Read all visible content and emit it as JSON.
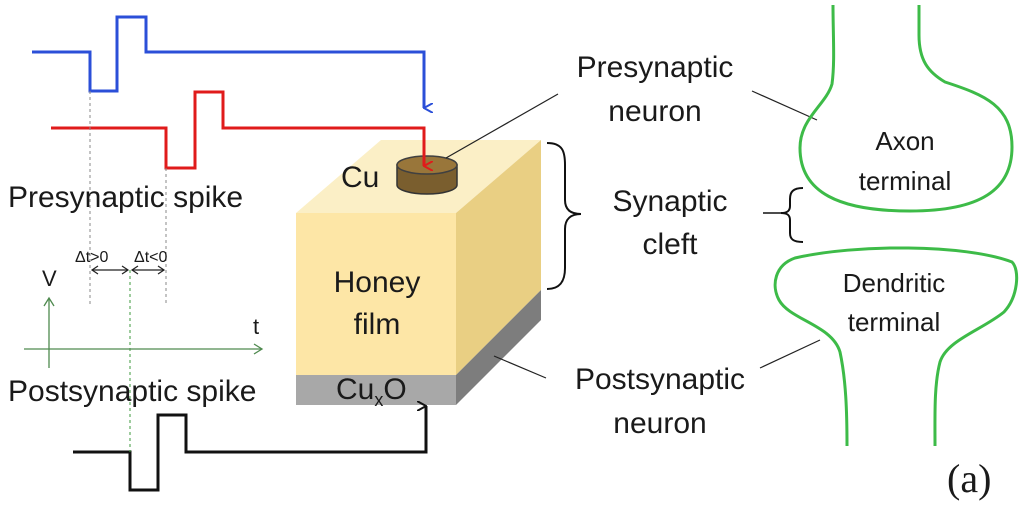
{
  "labels": {
    "presynaptic_spike": "Presynaptic spike",
    "postsynaptic_spike": "Postsynaptic spike",
    "dt_pos": "Δt>0",
    "dt_neg": "Δt<0",
    "axis_v": "V",
    "axis_t": "t",
    "cu": "Cu",
    "honey_line1": "Honey",
    "honey_line2": "film",
    "cuxo_base": "Cu",
    "cuxo_sub": "x",
    "cuxo_end": "O",
    "presyn_neuron_line1": "Presynaptic",
    "presyn_neuron_line2": "neuron",
    "synaptic_line1": "Synaptic",
    "synaptic_line2": "cleft",
    "postsyn_neuron_line1": "Postsynaptic",
    "postsyn_neuron_line2": "neuron",
    "axon_line1": "Axon",
    "axon_line2": "terminal",
    "dendritic_line1": "Dendritic",
    "dendritic_line2": "terminal",
    "figure_label": "(a)"
  },
  "colors": {
    "pulse_top": "#2b4fd8",
    "pulse_mid": "#e01b1b",
    "pulse_bottom": "#111111",
    "honey_front": "#fde6a6",
    "honey_top": "#fbefc6",
    "honey_side": "#e9cf83",
    "cuxo_front": "#a8a8a8",
    "cuxo_side": "#7d7d7d",
    "cu_electrode": "#7a5e2e",
    "neuron_outline": "#3dbb48",
    "axis": "#4f8a4f"
  }
}
